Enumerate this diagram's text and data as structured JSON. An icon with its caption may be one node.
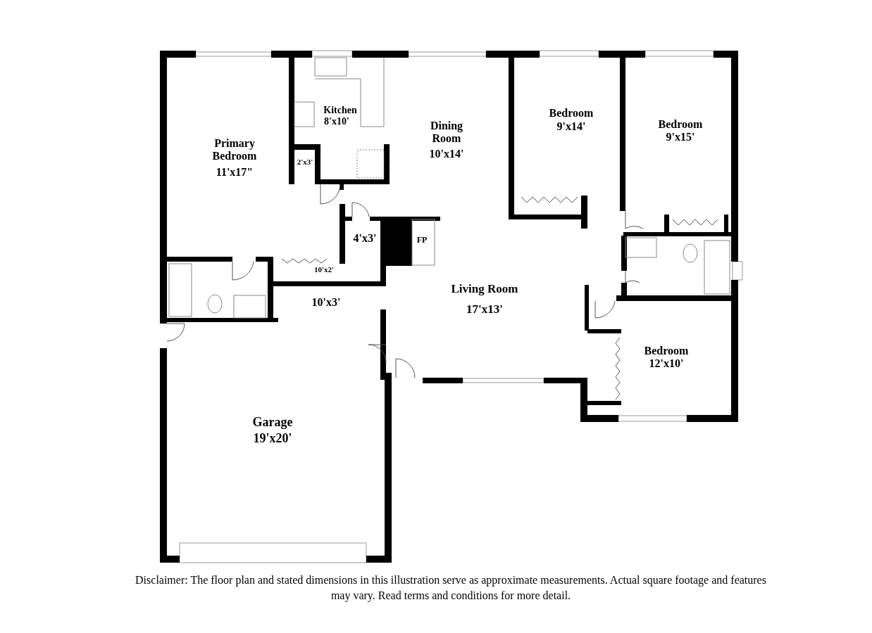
{
  "diagram": {
    "caption": "Disclaimer: The floor plan and stated dimensions in this illustration serve as approximate measurements. Actual square footage and features may vary. Read terms and conditions for more detail.",
    "labels": [
      "Kitchen",
      "8'x10'",
      "Dining Room",
      "10'x14'",
      "Bedroom",
      "9'x14'",
      "Bedroom",
      "9'x15'",
      "Primary Bedroom",
      "11'x17\"",
      "2'x3'",
      "4'x3'",
      "FP",
      "10'x2'",
      "Living Room",
      "17'x13'",
      "10'x3'",
      "Bedroom",
      "12'x10'",
      "Garage",
      "19'x20'"
    ]
  }
}
